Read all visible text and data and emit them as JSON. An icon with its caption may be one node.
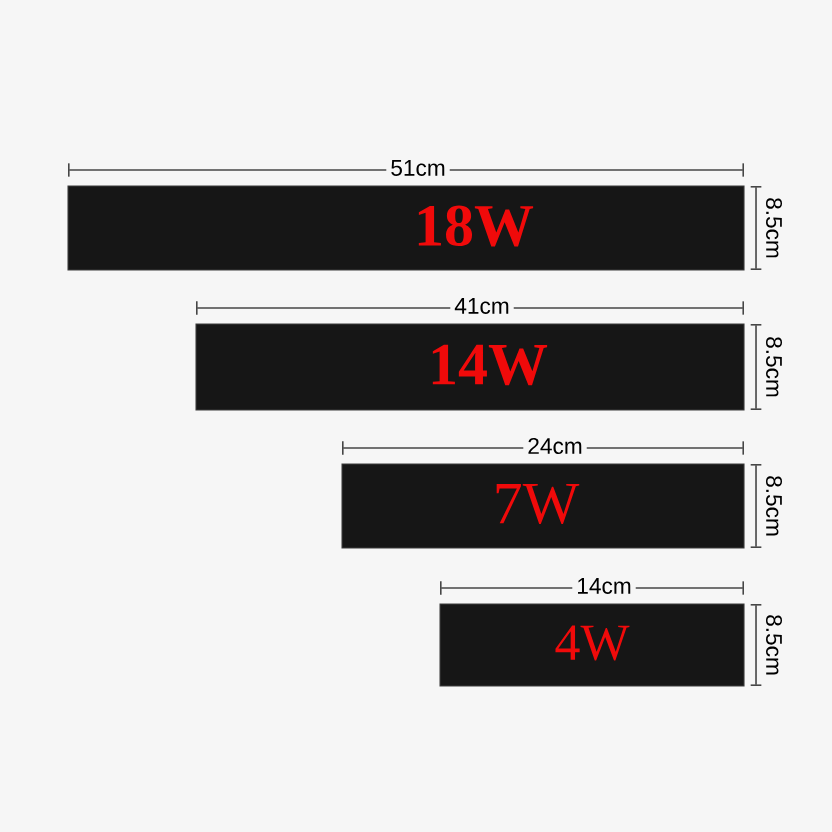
{
  "diagram": {
    "nodes": [
      {
        "text": [
          "18W"
        ]
      },
      {
        "text": [
          "14W"
        ]
      },
      {
        "text": [
          "7W"
        ]
      },
      {
        "text": [
          "4W"
        ]
      }
    ],
    "labels": [
      "51cm",
      "8.5cm",
      "41cm",
      "8.5cm",
      "24cm",
      "8.5cm",
      "14cm",
      "8.5cm"
    ]
  }
}
